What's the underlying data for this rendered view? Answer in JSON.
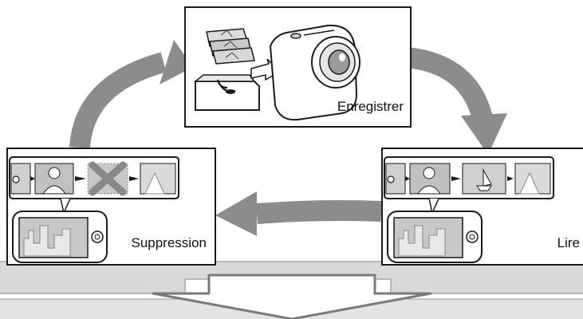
{
  "steps": {
    "record": {
      "label": "Enregistrer",
      "icon": "camera-icon"
    },
    "delete": {
      "label": "Suppression",
      "icon": "delete-filmstrip-icon"
    },
    "play": {
      "label": "Lire",
      "icon": "play-filmstrip-icon"
    }
  },
  "colors": {
    "arrow": "#8c8c8c",
    "band": "#d9d9d9",
    "band_border": "#a6a6a6",
    "stroke": "#1a1a1a"
  }
}
